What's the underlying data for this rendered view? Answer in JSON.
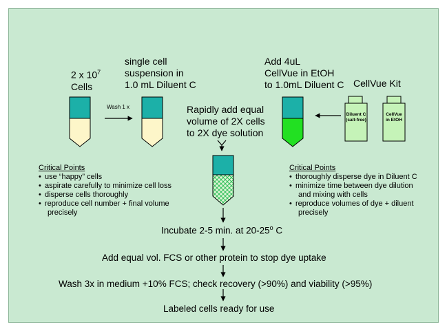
{
  "col1": {
    "line1": "2 x 10",
    "exp": "7",
    "line2": "Cells"
  },
  "col2": {
    "lines": [
      "single cell",
      "suspension in",
      "1.0 mL Diluent C"
    ]
  },
  "wash_label": "Wash 1 x",
  "col3": {
    "lines": [
      "Add 4uL",
      "CellVue in EtOH",
      "to 1.0mL Diluent C"
    ]
  },
  "kit_label": "CellVue Kit",
  "bottle1": {
    "lines": [
      "Diluent C",
      "(salt-free)"
    ]
  },
  "bottle2": {
    "lines": [
      "CellVue",
      "in EtOH"
    ]
  },
  "mix_text": {
    "lines": [
      "Rapidly add equal",
      "volume of 2X cells",
      "to 2X dye solution"
    ]
  },
  "critical_left": {
    "heading": "Critical Points",
    "items": [
      "use “happy” cells",
      "aspirate carefully to minimize cell loss",
      "disperse cells thoroughly",
      "reproduce cell number + final volume",
      "precisely"
    ]
  },
  "critical_right": {
    "heading": "Critical Points",
    "items": [
      "thoroughly disperse dye in Diluent C",
      "minimize time between dye dilution",
      "and mixing with cells",
      "reproduce volumes of dye + diluent",
      "precisely"
    ]
  },
  "steps": {
    "incubate": "Incubate 2-5 min. at 20-25",
    "incubate_deg": "o",
    "incubate_end": " C",
    "stop": "Add equal vol. FCS or other protein to stop dye uptake",
    "wash": "Wash 3x in medium +10% FCS; check recovery (>90%) and viability (>95%)",
    "ready": "Labeled cells ready for use"
  },
  "colors": {
    "background": "#c9e9d1",
    "cap": "#1cb0a8",
    "cell_fill": "#fdf6c9",
    "dye_fill": "#22e022",
    "bottle_fill": "#c5f3b8"
  }
}
